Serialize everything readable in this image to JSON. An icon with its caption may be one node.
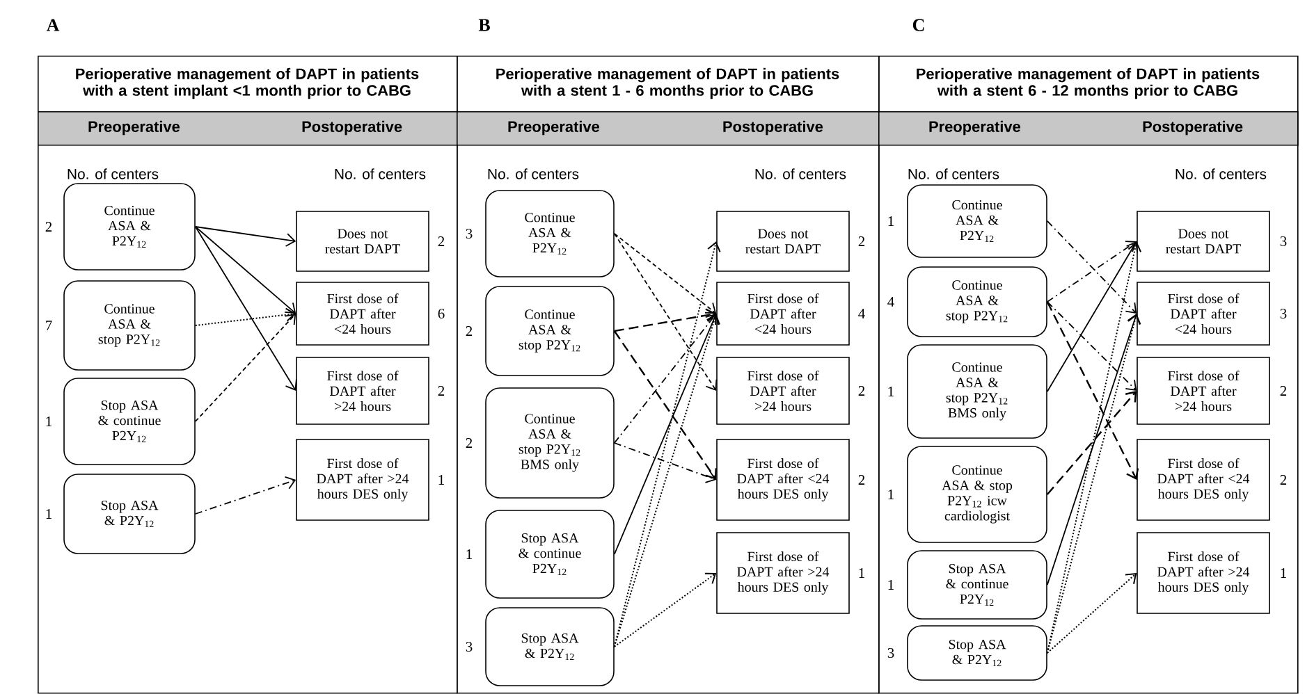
{
  "diagram": {
    "nodes": [
      {
        "text": [
          "Perioperative management of DAPT in patients with a stent implant <1 month prior to CABG"
        ]
      },
      {
        "text": [
          "Preoperative",
          "Postoperative"
        ],
        "in": 0
      },
      {
        "text": [
          "Continue ASA & P2Y$_{12}$"
        ],
        "beside": [
          "2"
        ],
        "in": 0
      },
      {
        "text": [
          "Continue ASA & stop P2Y$_{12}$"
        ],
        "beside": [
          "7"
        ],
        "in": 0
      },
      {
        "text": [
          "Stop ASA & continue P2Y$_{12}$"
        ],
        "beside": [
          "1"
        ],
        "in": 0
      },
      {
        "text": [
          "Stop ASA & P2Y$_{12}$"
        ],
        "beside": [
          "1"
        ],
        "in": 0
      },
      {
        "text": [
          "Does not restart DAPT"
        ],
        "beside": [
          "2"
        ],
        "in": 0
      },
      {
        "text": [
          "First dose of DAPT after <24 hours"
        ],
        "beside": [
          "6"
        ],
        "in": 0
      },
      {
        "text": [
          "First dose of DAPT after >24 hours"
        ],
        "beside": [
          "2"
        ],
        "in": 0
      },
      {
        "text": [
          "First dose of DAPT after >24 hours DES only"
        ],
        "beside": [
          "1"
        ],
        "in": 0
      },
      {
        "text": [
          "Perioperative management of DAPT in patients with a stent 1 - 6 months prior to CABG"
        ]
      },
      {
        "text": [
          "Preoperative",
          "Postoperative"
        ],
        "in": 10
      },
      {
        "text": [
          "Continue ASA & P2Y$_{12}$"
        ],
        "beside": [
          "3"
        ],
        "in": 10
      },
      {
        "text": [
          "Continue ASA & stop P2Y$_{12}$"
        ],
        "beside": [
          "2"
        ],
        "in": 10
      },
      {
        "text": [
          "Continue ASA & stop P2Y$_{12}$ BMS only"
        ],
        "beside": [
          "2"
        ],
        "in": 10
      },
      {
        "text": [
          "Stop ASA & continue P2Y$_{12}$"
        ],
        "beside": [
          "1"
        ],
        "in": 10
      },
      {
        "text": [
          "Stop ASA & P2Y$_{12}$"
        ],
        "beside": [
          "3"
        ],
        "in": 10
      },
      {
        "text": [
          "Does not restart DAPT"
        ],
        "beside": [
          "2"
        ],
        "in": 10
      },
      {
        "text": [
          "First dose of DAPT after <24 hours"
        ],
        "beside": [
          "4"
        ],
        "in": 10
      },
      {
        "text": [
          "First dose of DAPT after >24 hours"
        ],
        "beside": [
          "2"
        ],
        "in": 10
      },
      {
        "text": [
          "First dose of DAPT after <24 hours DES only"
        ],
        "beside": [
          "2"
        ],
        "in": 10
      },
      {
        "text": [
          "First dose of DAPT after >24 hours DES only"
        ],
        "beside": [
          "1"
        ],
        "in": 10
      },
      {
        "text": [
          "Perioperative management of DAPT in patients with a stent 6 - 12 months prior to CABG"
        ]
      },
      {
        "text": [
          "Preoperative",
          "Postoperative"
        ],
        "in": 22
      },
      {
        "text": [
          "Continue ASA & P2Y$_{12}$"
        ],
        "beside": [
          "1"
        ],
        "in": 22
      },
      {
        "text": [
          "Continue ASA & stop P2Y$_{12}$"
        ],
        "beside": [
          "4"
        ],
        "in": 22
      },
      {
        "text": [
          "Continue ASA & stop P2Y$_{12}$ BMS only"
        ],
        "beside": [
          "1"
        ],
        "in": 22
      },
      {
        "text": [
          "Continue ASA & stop P2Y$_{12}$ icw cardiologist"
        ],
        "beside": [
          "1"
        ],
        "in": 22
      },
      {
        "text": [
          "Stop ASA & continue P2Y$_{12}$"
        ],
        "beside": [
          "1"
        ],
        "in": 22
      },
      {
        "text": [
          "Stop ASA & P2Y$_{12}$"
        ],
        "beside": [
          "3"
        ],
        "in": 22
      },
      {
        "text": [
          "Does not restart DAPT"
        ],
        "beside": [
          "3"
        ],
        "in": 22
      },
      {
        "text": [
          "First dose of DAPT after <24 hours"
        ],
        "beside": [
          "3"
        ],
        "in": 22
      },
      {
        "text": [
          "First dose of DAPT after >24 hours"
        ],
        "beside": [
          "2"
        ],
        "in": 22
      },
      {
        "text": [
          "First dose of DAPT after <24 hours DES only"
        ],
        "beside": [
          "2"
        ],
        "in": 22
      },
      {
        "text": [
          "First dose of DAPT after >24 hours DES only"
        ],
        "beside": [
          "1"
        ],
        "in": 22
      }
    ],
    "edges": [
      {
        "from": 2,
        "to": 6,
        "arrow": "to"
      },
      {
        "from": 2,
        "to": 7,
        "arrow": "to"
      },
      {
        "from": 2,
        "to": 8,
        "arrow": "to"
      },
      {
        "from": 3,
        "to": 7,
        "arrow": "to",
        "style": "dashed"
      },
      {
        "from": 4,
        "to": 7,
        "arrow": "to",
        "style": "dashed"
      },
      {
        "from": 5,
        "to": 9,
        "arrow": "to",
        "style": "dashed"
      },
      {
        "from": 12,
        "to": 18,
        "arrow": "to",
        "style": "dashed"
      },
      {
        "from": 12,
        "to": 19,
        "arrow": "to",
        "style": "dashed"
      },
      {
        "from": 13,
        "to": 18,
        "arrow": "to",
        "style": "dashed"
      },
      {
        "from": 13,
        "to": 20,
        "arrow": "to",
        "style": "dashed"
      },
      {
        "from": 14,
        "to": 18,
        "arrow": "to",
        "style": "dashed"
      },
      {
        "from": 14,
        "to": 20,
        "arrow": "to",
        "style": "dashed"
      },
      {
        "from": 15,
        "to": 18,
        "arrow": "to"
      },
      {
        "from": 16,
        "to": 17,
        "arrow": "to",
        "style": "dashed"
      },
      {
        "from": 16,
        "to": 18,
        "arrow": "to",
        "style": "dashed"
      },
      {
        "from": 16,
        "to": 21,
        "arrow": "to",
        "style": "dashed"
      },
      {
        "from": 24,
        "to": 31,
        "arrow": "to",
        "style": "dashed"
      },
      {
        "from": 25,
        "to": 30,
        "arrow": "to",
        "style": "dashed"
      },
      {
        "from": 25,
        "to": 32,
        "arrow": "to",
        "style": "dashed"
      },
      {
        "from": 25,
        "to": 33,
        "arrow": "to",
        "style": "dashed"
      },
      {
        "from": 26,
        "to": 30,
        "arrow": "to"
      },
      {
        "from": 27,
        "to": 32,
        "arrow": "to",
        "style": "dashed"
      },
      {
        "from": 28,
        "to": 31,
        "arrow": "to"
      },
      {
        "from": 29,
        "to": 30,
        "arrow": "to",
        "style": "dashed"
      },
      {
        "from": 29,
        "to": 31,
        "arrow": "to",
        "style": "dashed"
      },
      {
        "from": 29,
        "to": 34,
        "arrow": "to",
        "style": "dashed"
      }
    ],
    "labels": [
      "A",
      "B",
      "C",
      "No. of centers",
      "No. of centers",
      "No. of centers",
      "No. of centers",
      "No. of centers",
      "No. of centers"
    ]
  }
}
